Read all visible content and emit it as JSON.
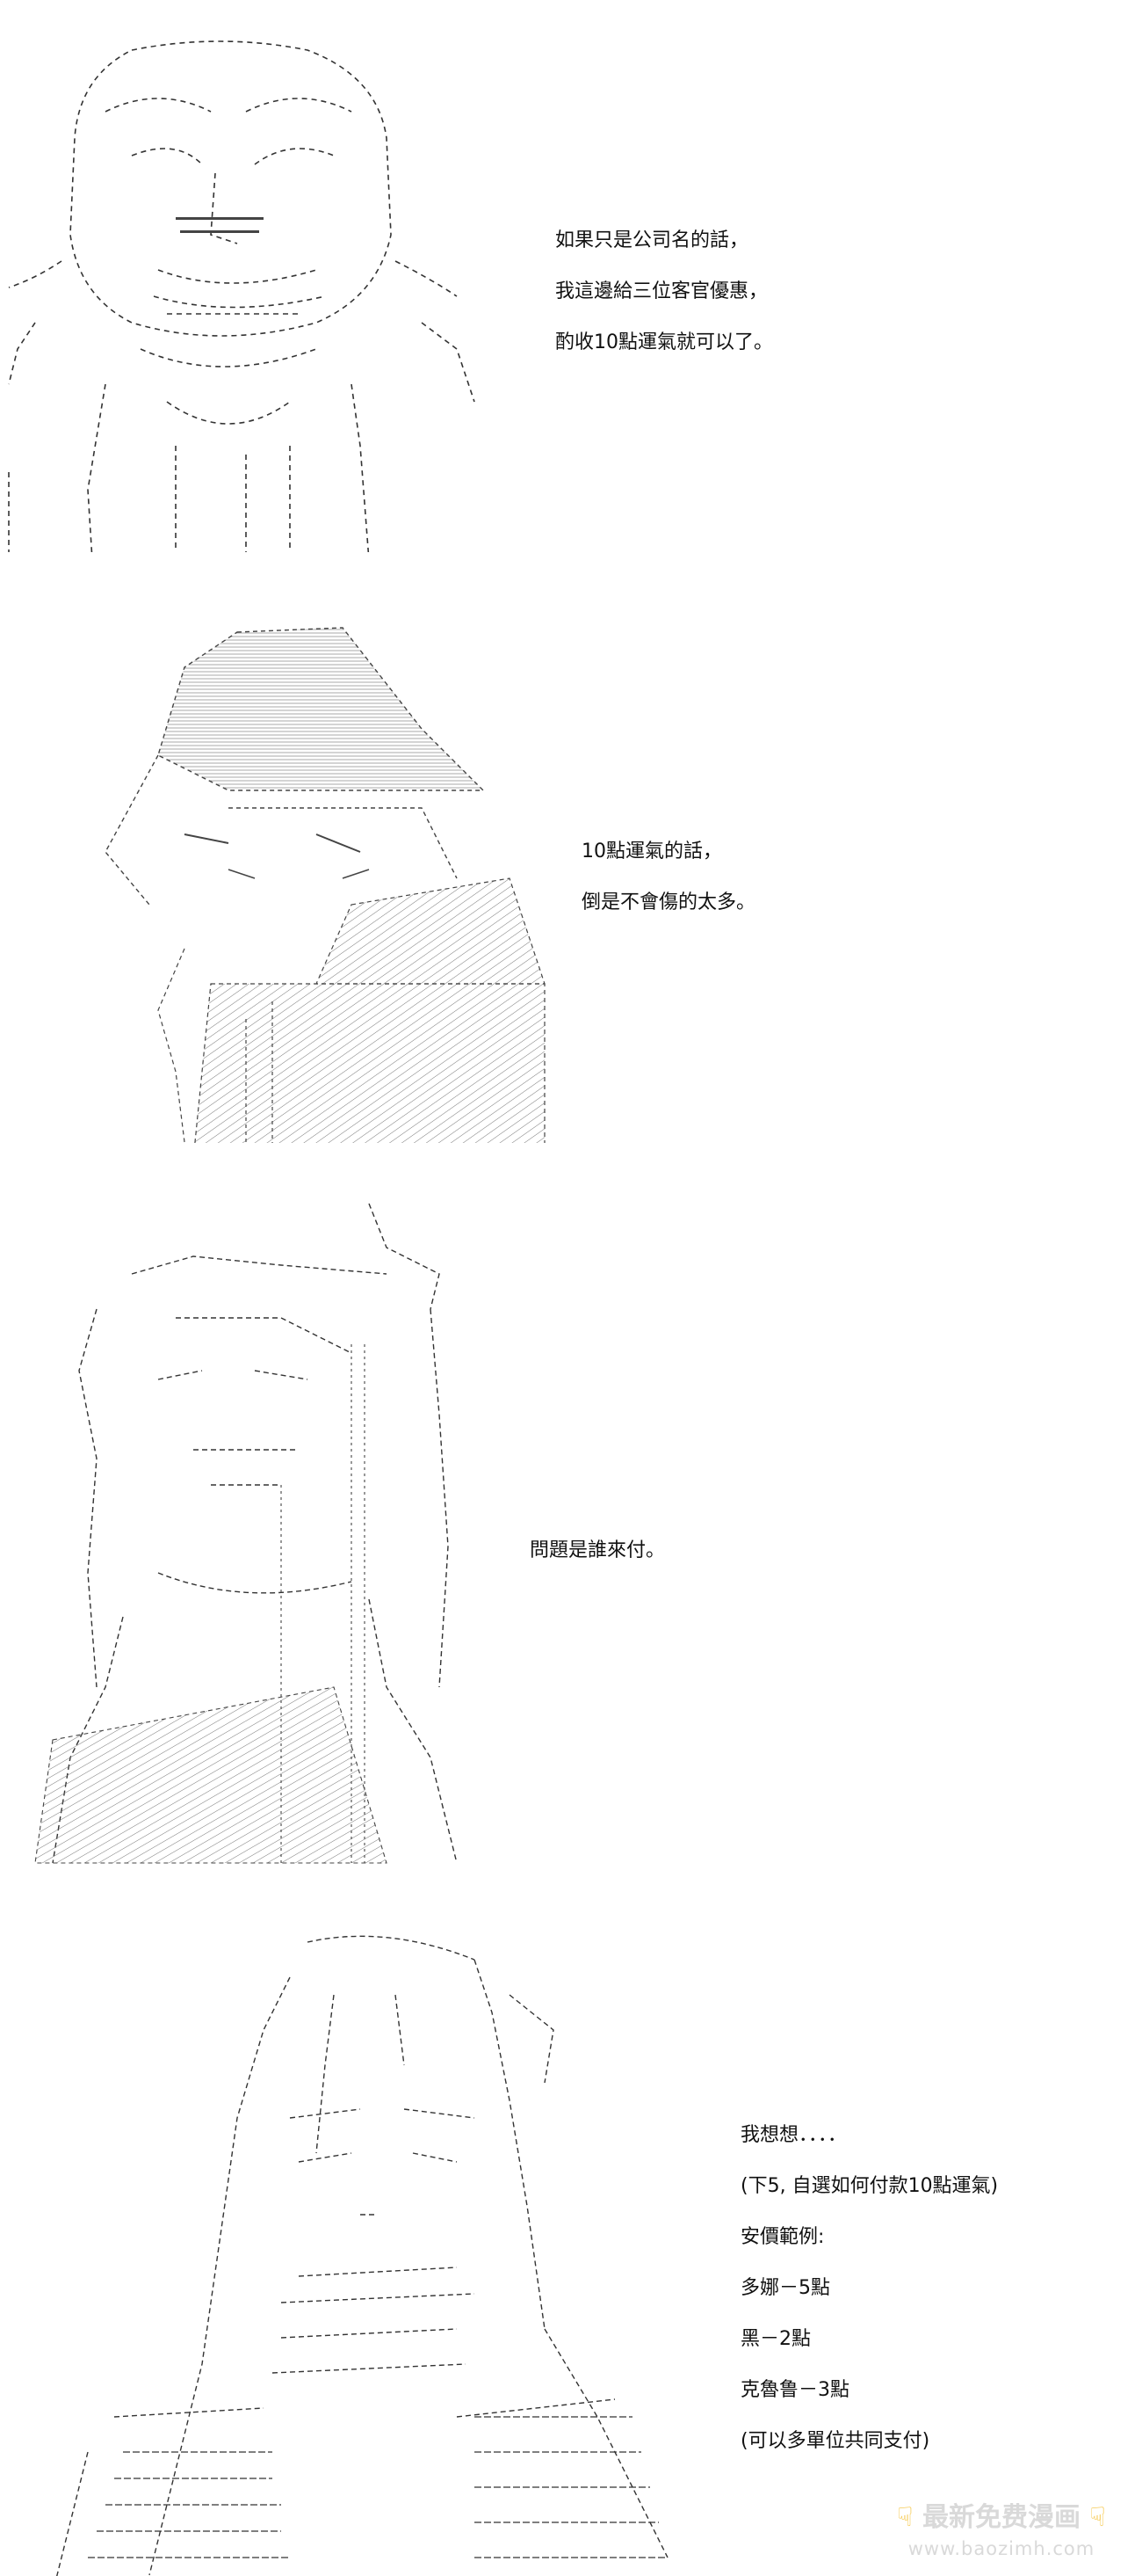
{
  "panels": [
    {
      "captions": [
        "如果只是公司名的話，",
        "我這邊給三位客官優惠，",
        "酌收10點運氣就可以了。"
      ]
    },
    {
      "captions": [
        "10點運氣的話，",
        "倒是不會傷的太多。"
      ]
    },
    {
      "captions": [
        "問題是誰來付。"
      ]
    },
    {
      "captions": [
        "我想想．．．．",
        "(下5, 自選如何付款10點運氣)",
        "安價範例:",
        "多娜－5點",
        "黑－2點",
        "克魯鲁－3點",
        "(可以多單位共同支付)"
      ]
    }
  ],
  "watermark": {
    "title": "最新免费漫画",
    "url": "www.baozimh.com",
    "icon": "pointing-hand-icon",
    "color": "#d9d9d9"
  }
}
